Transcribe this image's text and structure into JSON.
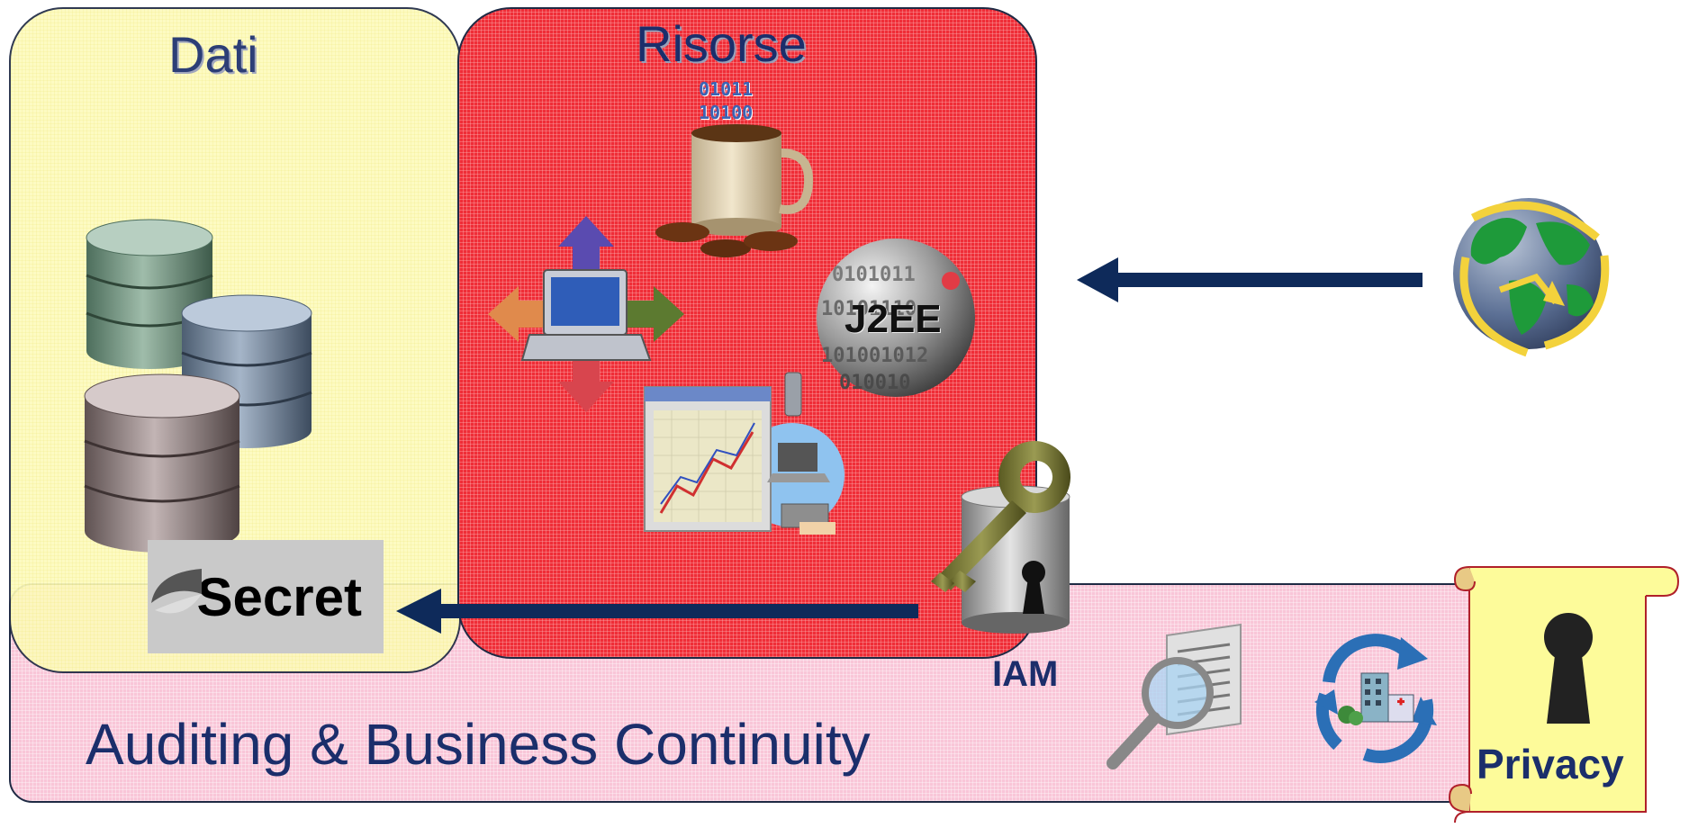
{
  "zones": {
    "dati": {
      "title": "Dati"
    },
    "risorse": {
      "title": "Risorse"
    },
    "auditing": {
      "title": "Auditing & Business Continuity"
    }
  },
  "labels": {
    "secret": "Secret",
    "iam": "IAM",
    "privacy": "Privacy",
    "j2ee": "J2EE",
    "binary": "01011\n10100\n10101"
  },
  "icons": [
    "database-stack-icon",
    "coffee-mug-icon",
    "networked-computer-icon",
    "j2ee-ball-icon",
    "report-devices-icon",
    "key-lock-icon",
    "globe-icon",
    "magnifier-document-icon",
    "recycle-building-icon",
    "keyhole-icon",
    "scroll-icon"
  ],
  "colors": {
    "title": "#1b2e6b",
    "arrow": "#0e2a5a",
    "dati_bg": "#fdfbbd",
    "risorse_bg": "#ef2d37",
    "auditing_bg": "#f9c6d8",
    "privacy_bg": "#fdfb9a"
  }
}
